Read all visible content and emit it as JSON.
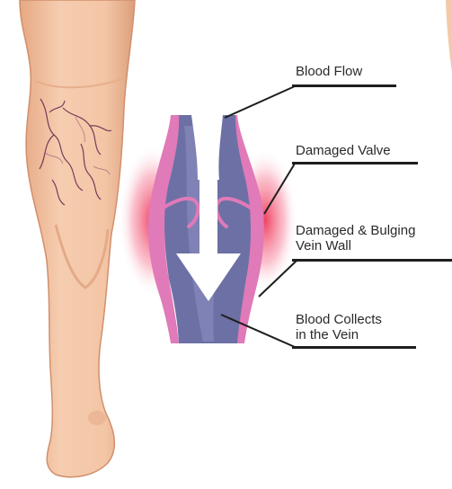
{
  "labels": {
    "blood_flow": "Blood Flow",
    "damaged_valve": "Damaged Valve",
    "bulging_line1": "Damaged & Bulging",
    "bulging_line2": "Vein Wall",
    "collects_line1": "Blood Collects",
    "collects_line2": "in the Vein"
  },
  "colors": {
    "skin": "#f2c4a2",
    "skin_shadow": "#e0a682",
    "vein": "#6d70a4",
    "vein_light": "#9496c4",
    "vein_wall": "#e07ab8",
    "inflammation": "#ee3355",
    "arrow": "#ffffff",
    "varicose": "#7a3a5a"
  }
}
